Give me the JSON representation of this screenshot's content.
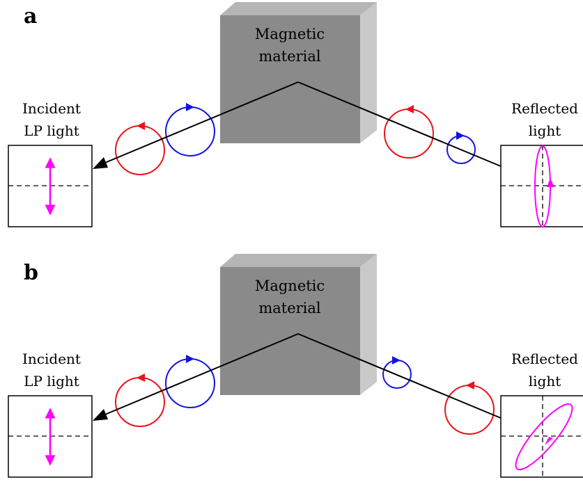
{
  "panels": [
    {
      "letter": "a",
      "block_label": [
        "Magnetic",
        "material"
      ],
      "incident_label": [
        "Incident",
        "LP light"
      ],
      "reflected_label": [
        "Reflected",
        "light"
      ],
      "reflected_polarization": "elliptical, major axis vertical"
    },
    {
      "letter": "b",
      "block_label": [
        "Magnetic",
        "material"
      ],
      "incident_label": [
        "Incident",
        "LP light"
      ],
      "reflected_label": [
        "Reflected",
        "light"
      ],
      "reflected_polarization": "elliptical, major axis rotated"
    }
  ],
  "colors": {
    "rcp": "#e8141c",
    "lcp": "#1414e0",
    "polarization": "#ff00ff",
    "block_front": "#8c8c8c",
    "block_top": "#b4b4b4",
    "block_side": "#c8c8c8",
    "beam": "#000000"
  }
}
